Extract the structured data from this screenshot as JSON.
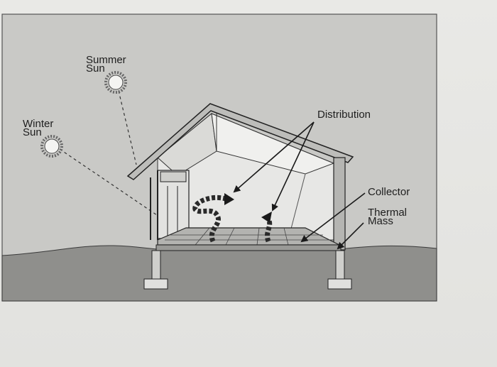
{
  "figure": {
    "labels": {
      "summer_sun": [
        "Summer",
        "Sun"
      ],
      "winter_sun": [
        "Winter",
        "Sun"
      ],
      "distribution": "Distribution",
      "collector": "Collector",
      "thermal_mass": [
        "Thermal",
        "Mass"
      ]
    },
    "colors": {
      "sky": "#c9c9c6",
      "ground": "#8f8f8c",
      "house_interior": "#e7e7e5",
      "floor": "#b3b3b0",
      "line": "#2a2a2a"
    },
    "icons": [
      "summer-sun-icon",
      "winter-sun-icon",
      "convection-swirl-icon"
    ]
  }
}
